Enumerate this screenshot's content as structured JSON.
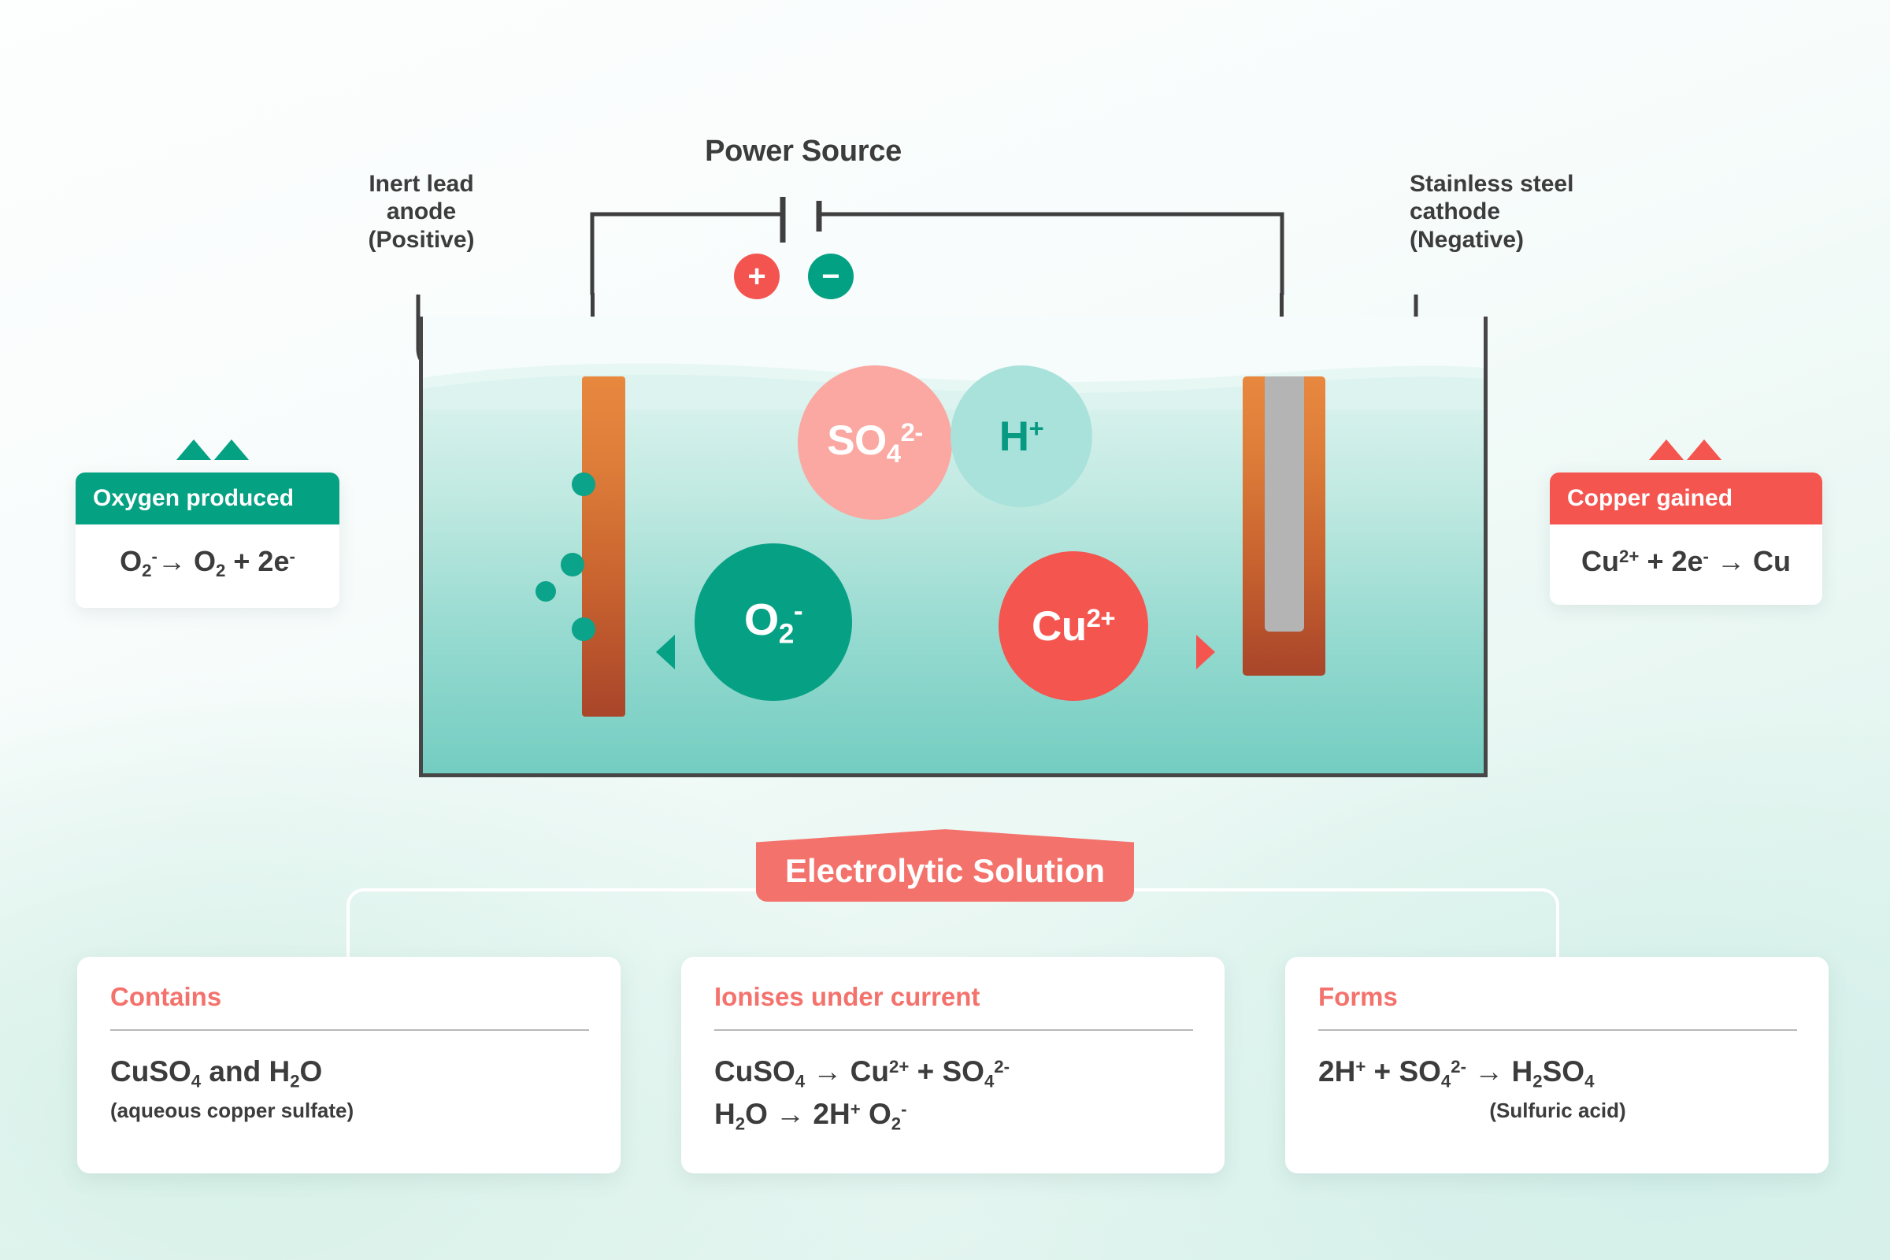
{
  "diagram": {
    "power_source": {
      "title": "Power Source",
      "plus_symbol": "+",
      "minus_symbol": "−"
    },
    "anode": {
      "label": "Inert lead\nanode\n(Positive)"
    },
    "cathode": {
      "label": "Stainless steel\ncathode\n(Negative)"
    },
    "ions": [
      {
        "id": "so4",
        "formula": "SO",
        "sub": "4",
        "sup": "2-"
      },
      {
        "id": "h",
        "formula": "H",
        "sub": "",
        "sup": "+"
      },
      {
        "id": "o2",
        "formula": "O",
        "sub": "2",
        "sup": "-"
      },
      {
        "id": "cu",
        "formula": "Cu",
        "sub": "",
        "sup": "2+"
      }
    ]
  },
  "callouts": {
    "left": {
      "title": "Oxygen produced",
      "eq_a": "O",
      "eq_sub_a": "2",
      "eq_sup_a": "-",
      "eq_mid": "→ O",
      "eq_sub_b": "2",
      "eq_tail": " + 2e",
      "eq_sup_b": "-"
    },
    "right": {
      "title": "Copper gained",
      "eq_a": "Cu",
      "eq_sup_a": "2+",
      "eq_mid": " + 2e",
      "eq_sup_b": "-",
      "eq_tail": " → Cu"
    }
  },
  "banner": {
    "label": "Electrolytic Solution"
  },
  "cards": [
    {
      "title": "Contains",
      "lines": [
        [
          {
            "t": "CuSO"
          },
          {
            "t": "4",
            "k": "sub"
          },
          {
            "t": " and H"
          },
          {
            "t": "2",
            "k": "sub"
          },
          {
            "t": "O"
          }
        ]
      ],
      "note": "(aqueous copper sulfate)",
      "note_align": "left"
    },
    {
      "title": "Ionises under current",
      "lines": [
        [
          {
            "t": "CuSO"
          },
          {
            "t": "4",
            "k": "sub"
          },
          {
            "t": " → Cu"
          },
          {
            "t": "2+",
            "k": "sup"
          },
          {
            "t": " + SO"
          },
          {
            "t": "4",
            "k": "sub"
          },
          {
            "t": "2-",
            "k": "sup"
          }
        ],
        [
          {
            "t": "H"
          },
          {
            "t": "2",
            "k": "sub"
          },
          {
            "t": "O → 2H"
          },
          {
            "t": "+",
            "k": "sup"
          },
          {
            "t": " O"
          },
          {
            "t": "2",
            "k": "sub"
          },
          {
            "t": "-",
            "k": "sup"
          }
        ]
      ],
      "note": "",
      "note_align": "left"
    },
    {
      "title": "Forms",
      "lines": [
        [
          {
            "t": "2H"
          },
          {
            "t": "+",
            "k": "sup"
          },
          {
            "t": " + SO"
          },
          {
            "t": "4",
            "k": "sub"
          },
          {
            "t": "2-",
            "k": "sup"
          },
          {
            "t": " →  H"
          },
          {
            "t": "2",
            "k": "sub"
          },
          {
            "t": "SO"
          },
          {
            "t": "4",
            "k": "sub"
          }
        ]
      ],
      "note": "(Sulfuric acid)",
      "note_align": "center"
    }
  ],
  "colors": {
    "teal": "#05a183",
    "red": "#f4554f",
    "red_soft": "#f4726c",
    "pink": "#fba8a2",
    "mint": "#a9e2db",
    "copper": "#dd7d39",
    "steel": "#b4b4b4",
    "ink": "#3c3c3c"
  }
}
